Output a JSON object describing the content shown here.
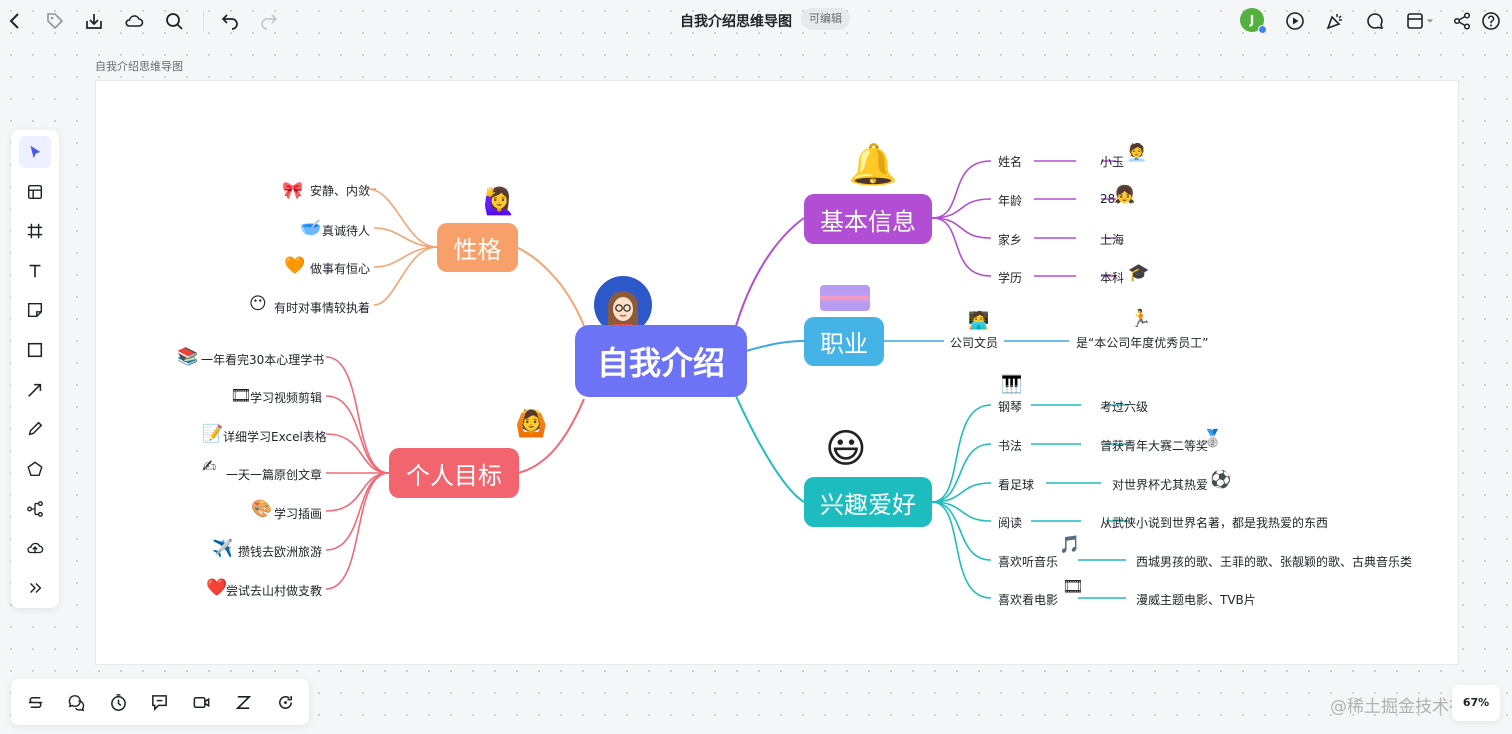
{
  "header": {
    "title": "自我介绍思维导图",
    "edit_badge": "可编辑",
    "user_initial": "J",
    "icons": [
      "back-icon",
      "tag-icon",
      "download-icon",
      "cloud-icon",
      "search-icon",
      "undo-icon",
      "redo-icon",
      "play-icon",
      "celebrate-icon",
      "comment-icon",
      "layout-icon",
      "share-icon",
      "help-icon"
    ]
  },
  "breadcrumb": "自我介绍思维导图",
  "mindmap": {
    "center": "自我介绍",
    "topics": {
      "personality": {
        "title": "性格",
        "items": [
          "安静、内敛",
          "真诚待人",
          "做事有恒心",
          "有时对事情较执着"
        ]
      },
      "goals": {
        "title": "个人目标",
        "items": [
          "一年看完30本心理学书",
          "学习视频剪辑",
          "详细学习Excel表格",
          "一天一篇原创文章",
          "学习插画",
          "攒钱去欧洲旅游",
          "尝试去山村做支教"
        ]
      },
      "basic": {
        "title": "基本信息",
        "rows": [
          {
            "key": "姓名",
            "value": "小玉"
          },
          {
            "key": "年龄",
            "value": "28"
          },
          {
            "key": "家乡",
            "value": "上海"
          },
          {
            "key": "学历",
            "value": "本科"
          }
        ]
      },
      "career": {
        "title": "职业",
        "rows": [
          {
            "key": "公司文员",
            "value": "是“本公司年度优秀员工”"
          }
        ]
      },
      "hobbies": {
        "title": "兴趣爱好",
        "rows": [
          {
            "key": "钢琴",
            "value": "考过六级"
          },
          {
            "key": "书法",
            "value": "曾获青年大赛二等奖"
          },
          {
            "key": "看足球",
            "value": "对世界杯尤其热爱"
          },
          {
            "key": "阅读",
            "value": "从武侠小说到世界名著，都是我热爱的东西"
          },
          {
            "key": "喜欢听音乐",
            "value": "西城男孩的歌、王菲的歌、张靓颖的歌、古典音乐类"
          },
          {
            "key": "喜欢看电影",
            "value": "漫威主题电影、TVB片"
          }
        ]
      }
    }
  },
  "colors": {
    "center": "#6c74f5",
    "personality": "#f7a06a",
    "goals": "#f2656f",
    "basic": "#b14ed3",
    "career": "#46b3e6",
    "hobbies": "#1cbcbf",
    "personality_line": "#f3a472",
    "goals_line": "#ee6a76",
    "basic_line": "#b24fd0",
    "career_line": "#3aa9dd",
    "hobbies_line": "#1fbcbd"
  },
  "left_toolbar": [
    "select-icon",
    "template-icon",
    "frame-icon",
    "text-icon",
    "sticky-note-icon",
    "rectangle-icon",
    "arrow-icon",
    "pen-icon",
    "shape-icon",
    "mindmap-icon",
    "upload-icon",
    "more-icon"
  ],
  "bottom_toolbar": [
    "s-icon",
    "chat-icon",
    "timer-icon",
    "comment-icon",
    "video-icon",
    "z-icon",
    "refresh-icon"
  ],
  "zoom_level": "67%",
  "watermark": "@稀土掘金技术社区"
}
